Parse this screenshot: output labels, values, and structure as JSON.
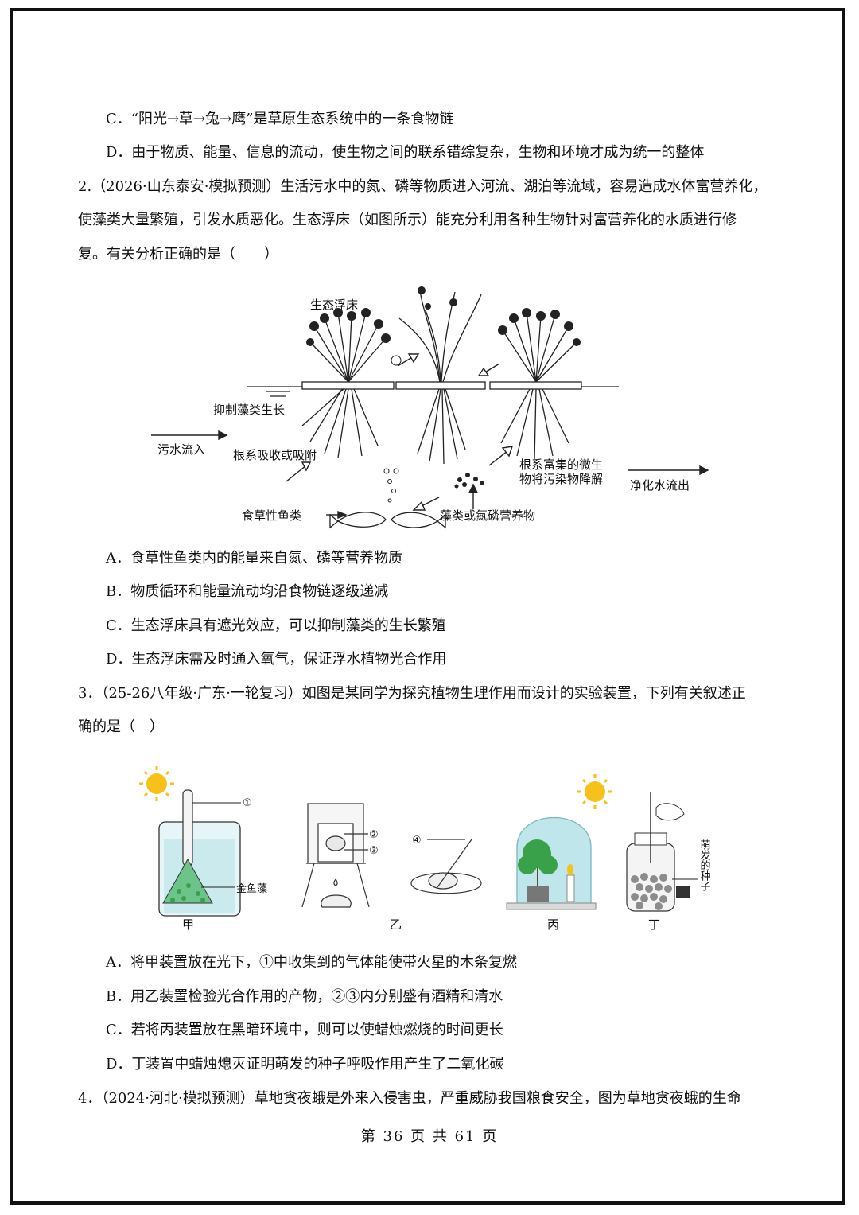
{
  "q1": {
    "option_c": "C．“阳光→草→兔→鹰”是草原生态系统中的一条食物链",
    "option_d": "D．由于物质、能量、信息的流动，使生物之间的联系错综复杂，生物和环境才成为统一的整体"
  },
  "q2": {
    "stem_line1": "2.（2026·山东泰安·模拟预测）生活污水中的氮、磷等物质进入河流、湖泊等流域，容易造成水体富营养化，",
    "stem_line2": "使藻类大量繁殖，引发水质恶化。生态浮床（如图所示）能充分利用各种生物针对富营养化的水质进行修",
    "stem_line3": "复。有关分析正确的是（　　）",
    "figure": {
      "label_float_bed": "生态浮床",
      "label_inhibit_algae": "抑制藻类生长",
      "label_sewage_in": "污水流入",
      "label_root_absorb": "根系吸收或吸附",
      "label_microbes_line1": "根系富集的微生",
      "label_microbes_line2": "物将污染物降解",
      "label_clean_out": "净化水流出",
      "label_fish": "食草性鱼类",
      "label_algae_nutrients": "藻类或氮磷营养物"
    },
    "option_a": "A．食草性鱼类内的能量来自氮、磷等营养物质",
    "option_b": "B．物质循环和能量流动均沿食物链逐级递减",
    "option_c": "C．生态浮床具有遮光效应，可以抑制藻类的生长繁殖",
    "option_d": "D．生态浮床需及时通入氧气，保证浮水植物光合作用"
  },
  "q3": {
    "stem_line1": "3．（25-26八年级·广东·一轮复习）如图是某同学为探究植物生理作用而设计的实验装置，下列有关叙述正",
    "stem_line2": "确的是（　）",
    "figure": {
      "marker_1": "①",
      "marker_2": "②",
      "marker_3": "③",
      "marker_4": "④",
      "label_goldfish_weed": "金鱼藻",
      "label_seeds": "萌发的种子",
      "caption_jia": "甲",
      "caption_yi": "乙",
      "caption_bing": "丙",
      "caption_ding": "丁"
    },
    "option_a": "A．将甲装置放在光下，①中收集到的气体能使带火星的木条复燃",
    "option_b": "B．用乙装置检验光合作用的产物，②③内分别盛有酒精和清水",
    "option_c": "C．若将丙装置放在黑暗环境中，则可以使蜡烛燃烧的时间更长",
    "option_d": "D．丁装置中蜡烛熄灭证明萌发的种子呼吸作用产生了二氧化碳"
  },
  "q4": {
    "stem_line1": "4．（2024·河北·模拟预测）草地贪夜蛾是外来入侵害虫，严重威胁我国粮食安全，图为草地贪夜蛾的生命"
  },
  "footer": {
    "page_text": "第 36 页 共 61 页"
  },
  "colors": {
    "sun": "#f6c21a",
    "plant_green": "#3aa14b",
    "weed_green": "#6cc48a",
    "glass_blue": "#bfe6ea"
  }
}
